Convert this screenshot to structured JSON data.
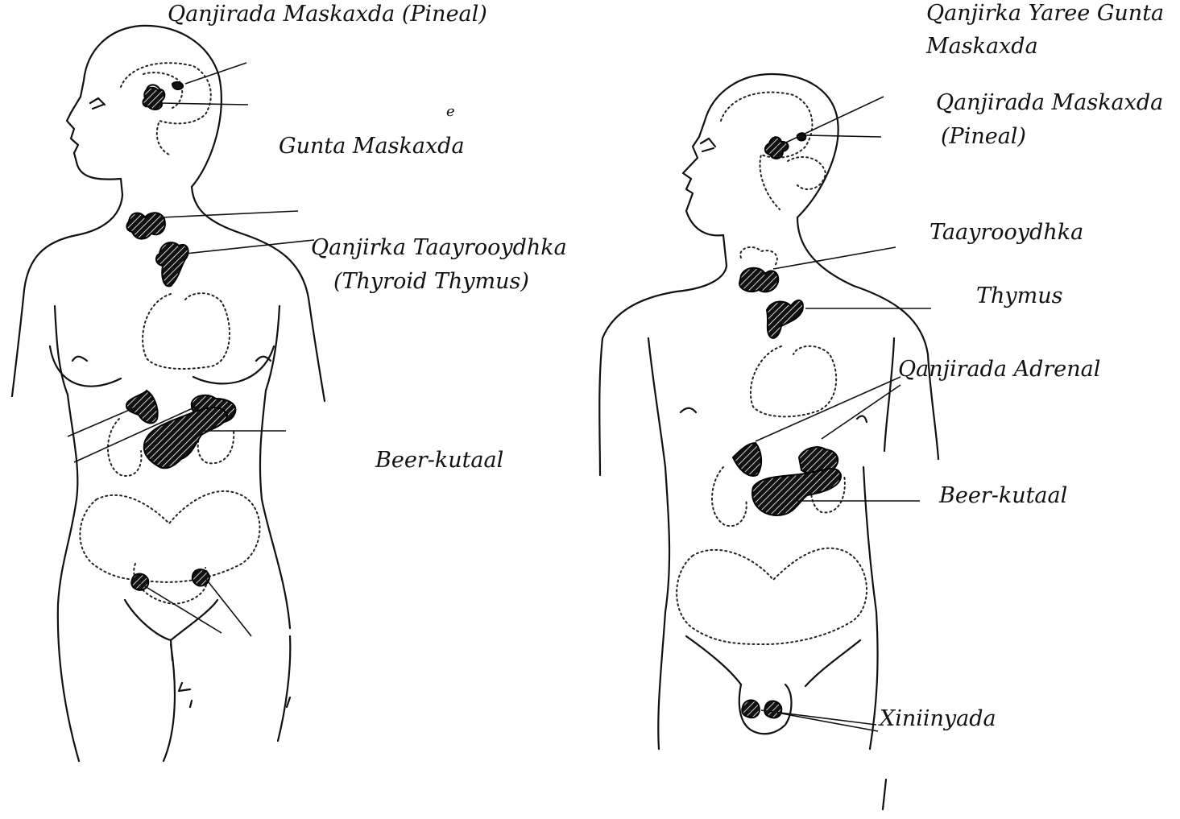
{
  "female": {
    "labels": {
      "pineal": "Qanjirada Maskaxda (Pineal)",
      "stray_e": "e",
      "pituitary": "Gunta Maskaxda",
      "thyroid_thymus": "Qanjirka Taayrooydhka",
      "thyroid_thymus_sub": "(Thyroid Thymus)",
      "pancreas": "Beer-kutaal"
    }
  },
  "male": {
    "labels": {
      "pituitary": "Qanjirka Yaree Gunta",
      "pituitary_2": "Maskaxda",
      "pineal": "Qanjirada Maskaxda",
      "pineal_2": "(Pineal)",
      "thyroid": "Taayrooydhka",
      "thymus": "Thymus",
      "adrenal": "Qanjirada Adrenal",
      "pancreas": "Beer-kutaal",
      "testes": "Xiniinyada"
    }
  },
  "colors": {
    "line": "#111111",
    "gland_fill": "#1a1a1a",
    "background": "#ffffff"
  }
}
